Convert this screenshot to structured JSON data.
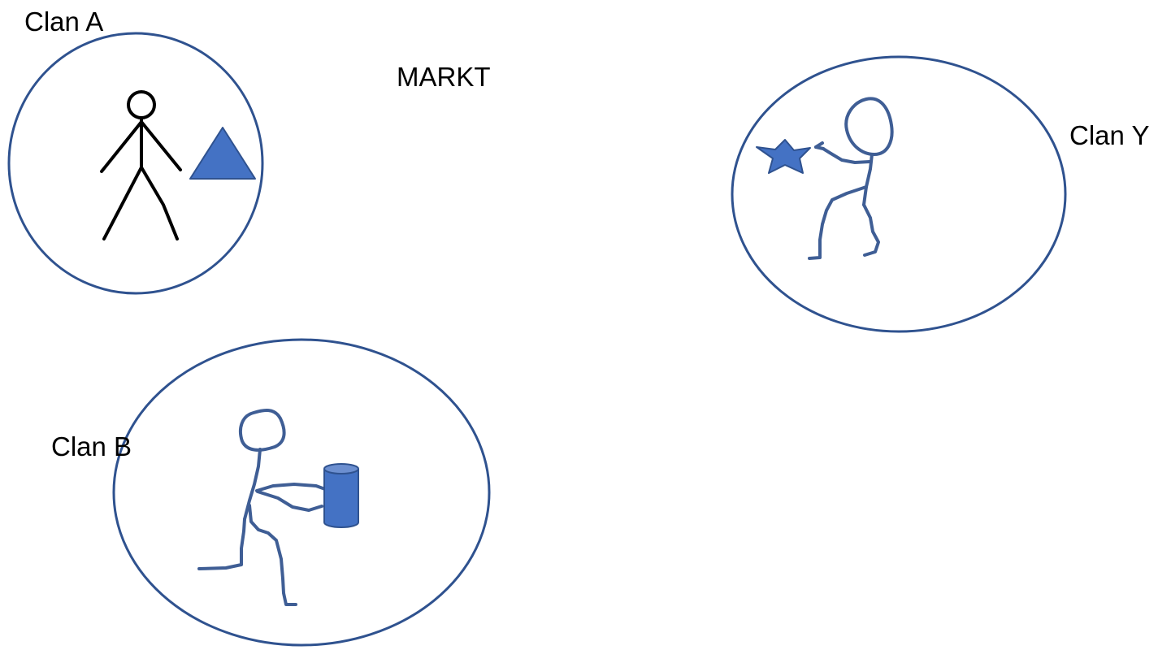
{
  "labels": {
    "clan_a": "Clan A",
    "markt": "MARKT",
    "clan_y": "Clan Y",
    "clan_b": "Clan B"
  },
  "colors": {
    "circle_stroke": "#2f528f",
    "shape_fill": "#4472c4",
    "shape_stroke": "#2f528f",
    "sketch_stroke": "#3f5e95",
    "stick_stroke": "#000000",
    "text": "#000000"
  },
  "shapes": {
    "clan_a_item": "triangle",
    "clan_y_item": "star",
    "clan_b_item": "cylinder"
  }
}
